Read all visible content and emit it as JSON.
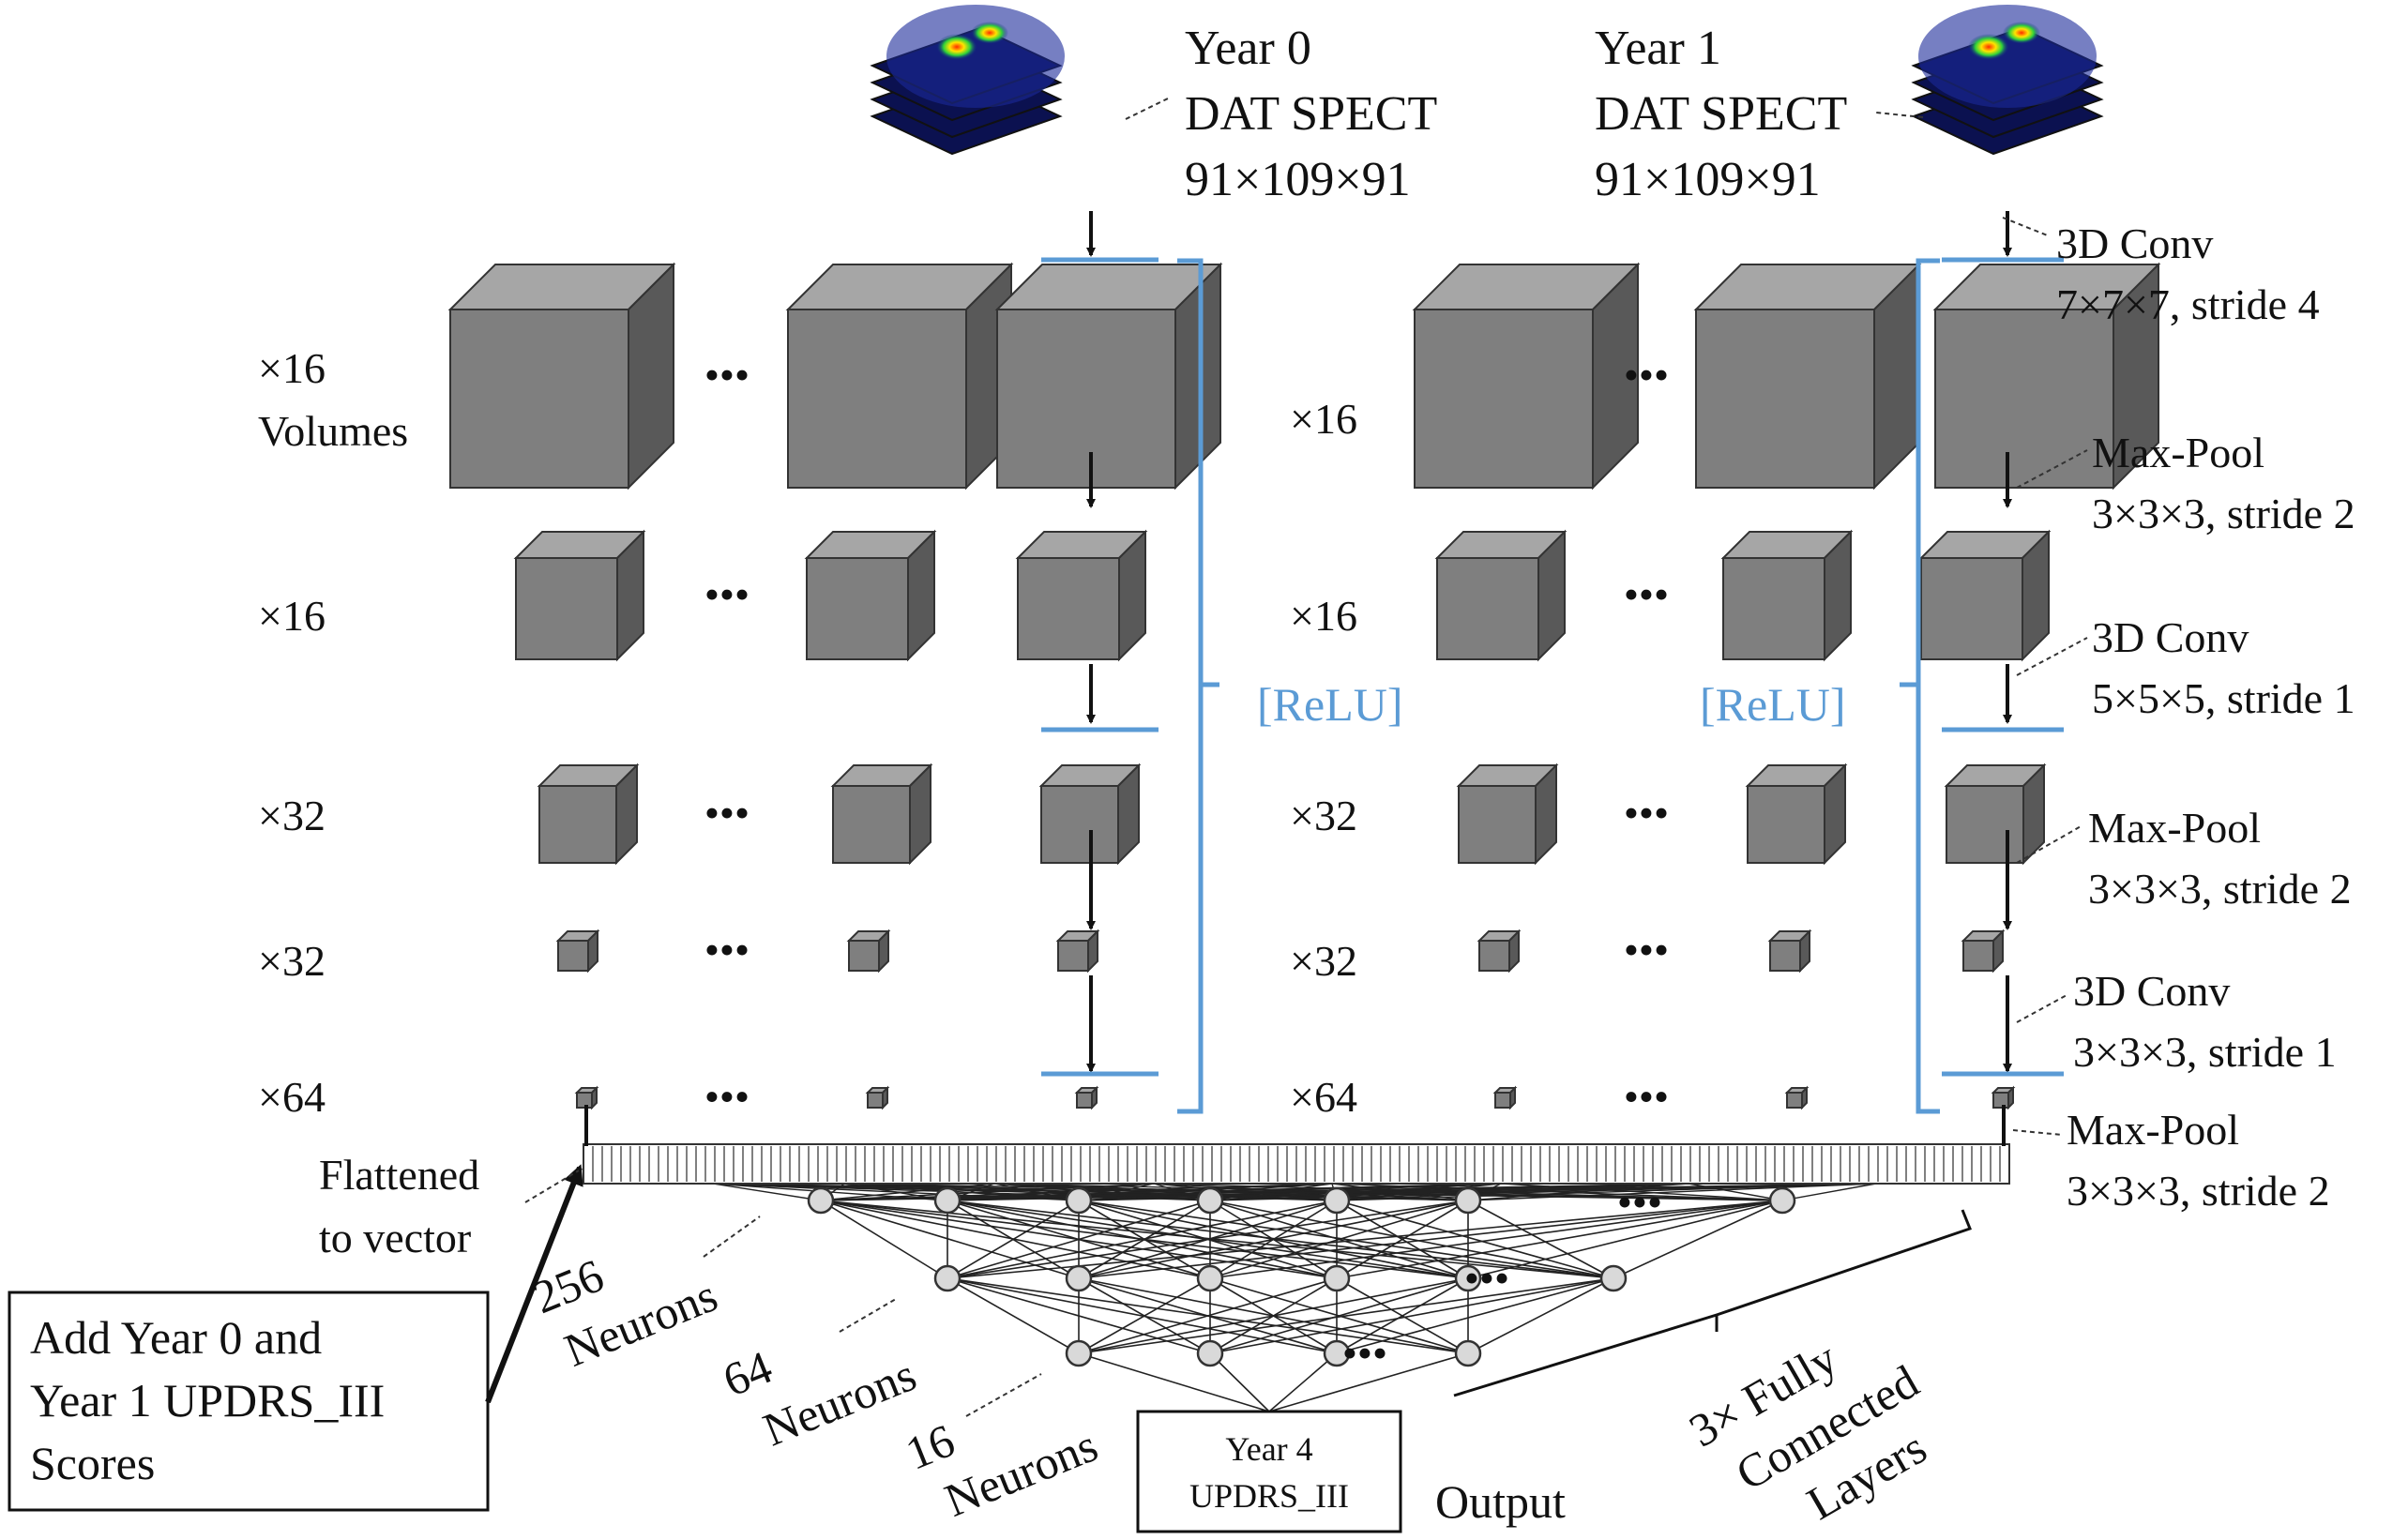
{
  "inputs": {
    "year0": {
      "line1": "Year 0",
      "line2": "DAT SPECT",
      "line3": "91×109×91"
    },
    "year1": {
      "line1": "Year 1",
      "line2": "DAT SPECT",
      "line3": "91×109×91"
    }
  },
  "rows": {
    "left": [
      {
        "count": "×16",
        "extra": "Volumes"
      },
      {
        "count": "×16"
      },
      {
        "count": "×32"
      },
      {
        "count": "×32"
      },
      {
        "count": "×64"
      }
    ],
    "right": [
      "×16",
      "×16",
      "×32",
      "×32",
      "×64"
    ]
  },
  "activation": "[ReLU]",
  "layers": [
    {
      "line1": "3D Conv",
      "line2": "7×7×7, stride 4"
    },
    {
      "line1": "Max-Pool",
      "line2": "3×3×3, stride 2"
    },
    {
      "line1": "3D Conv",
      "line2": "5×5×5, stride 1"
    },
    {
      "line1": "Max-Pool",
      "line2": "3×3×3, stride 2"
    },
    {
      "line1": "3D Conv",
      "line2": "3×3×3, stride 1"
    },
    {
      "line1": "Max-Pool",
      "line2": "3×3×3, stride 2"
    }
  ],
  "flatten": {
    "line1": "Flattened",
    "line2": "to vector"
  },
  "neurons": {
    "n256": {
      "count": "256",
      "label": "Neurons"
    },
    "n64": {
      "count": "64",
      "label": "Neurons"
    },
    "n16": {
      "count": "16",
      "label": "Neurons"
    }
  },
  "add_scores": {
    "line1": "Add Year 0 and",
    "line2": "Year 1 UPDRS_III",
    "line3": "Scores"
  },
  "output_box": {
    "line1": "Year 4",
    "line2": "UPDRS_III"
  },
  "output_label": "Output",
  "fc_label": {
    "line1": "3× Fully",
    "line2": "Connected",
    "line3": "Layers"
  },
  "ellipsis": "•••",
  "colors": {
    "cube_front": "#7f7f7f",
    "cube_top": "#a6a6a6",
    "cube_side": "#595959",
    "bracket": "#5b9bd5",
    "node": "#d9d9d9"
  }
}
